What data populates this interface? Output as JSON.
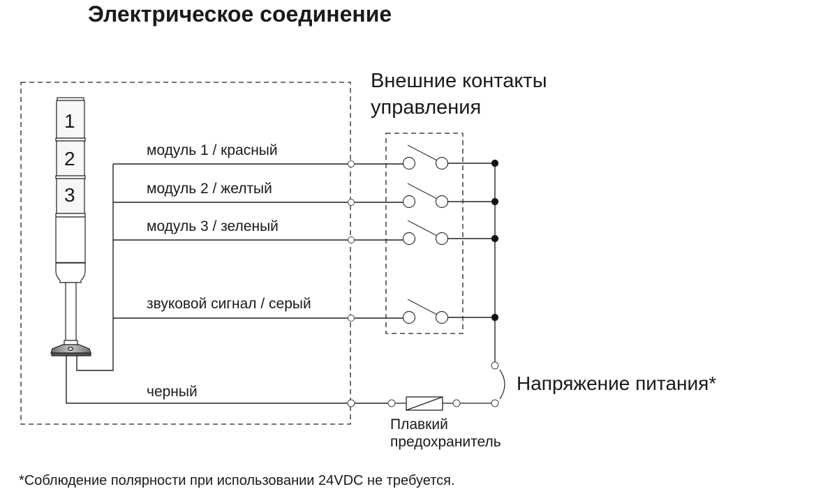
{
  "title": "Электрическое соединение",
  "external_contacts": {
    "line1": "Внешние контакты",
    "line2": "управления"
  },
  "tower": {
    "modules": [
      "1",
      "2",
      "3"
    ]
  },
  "wires": [
    {
      "id": "module1",
      "label": "модуль 1 / красный"
    },
    {
      "id": "module2",
      "label": "модуль 2 / желтый"
    },
    {
      "id": "module3",
      "label": "модуль 3 / зеленый"
    },
    {
      "id": "buzzer",
      "label": "звуковой сигнал / серый"
    },
    {
      "id": "common",
      "label": "черный"
    }
  ],
  "power_supply": "Напряжение питания*",
  "fuse": {
    "line1": "Плавкий",
    "line2": "предохранитель"
  },
  "footnote": "*Соблюдение полярности при использовании 24VDC не требуется."
}
